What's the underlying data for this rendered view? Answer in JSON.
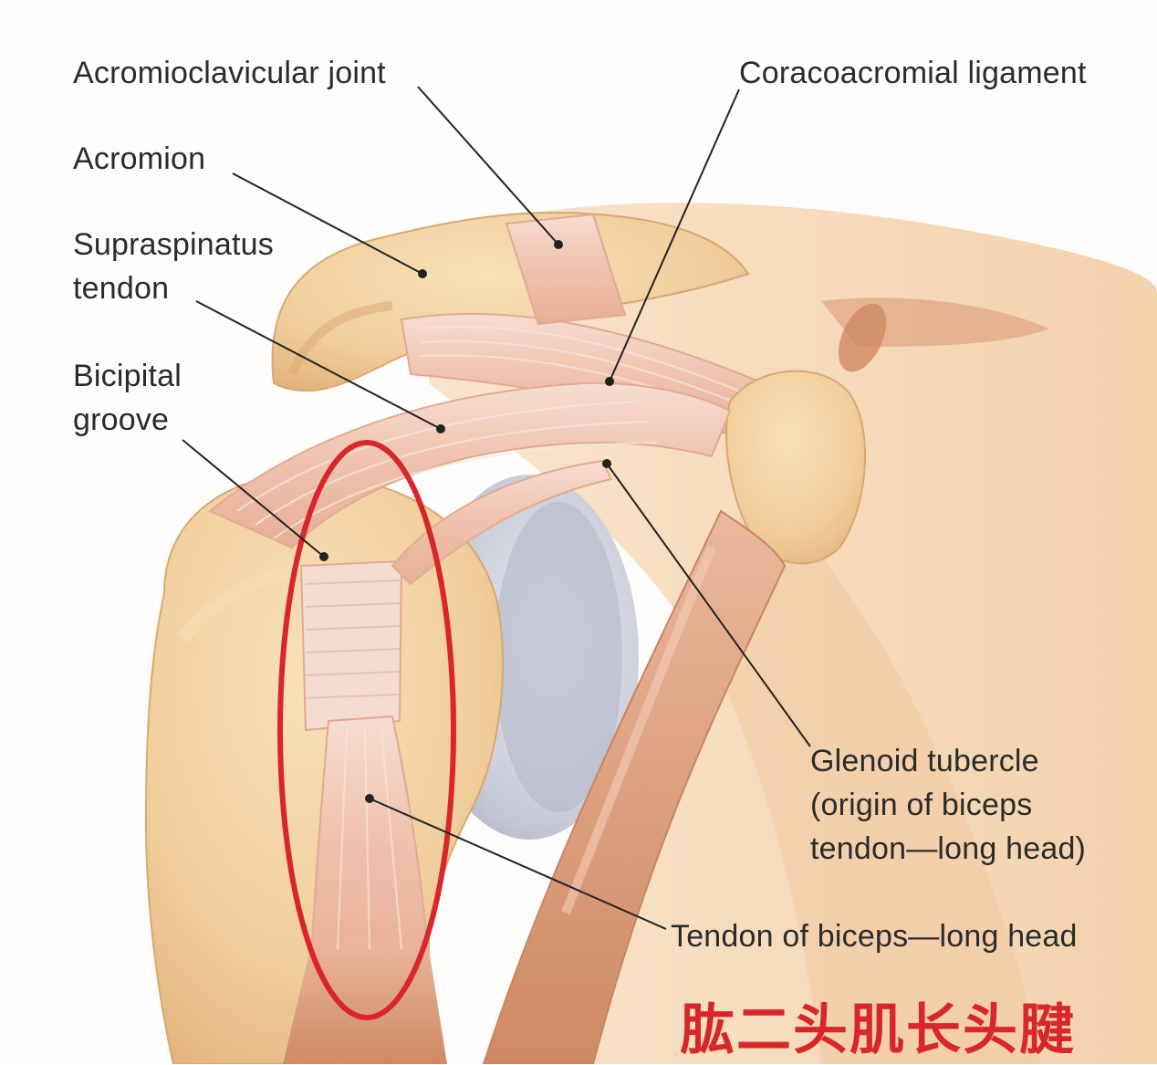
{
  "labels": {
    "acromioclavicular_joint": "Acromioclavicular joint",
    "coracoacromial_ligament": "Coracoacromial ligament",
    "acromion": "Acromion",
    "supraspinatus_line1": "Supraspinatus",
    "supraspinatus_line2": "tendon",
    "bicipital_line1": "Bicipital",
    "bicipital_line2": "groove",
    "glenoid_line1": "Glenoid tubercle",
    "glenoid_line2": "(origin of biceps",
    "glenoid_line3": "tendon—long head)",
    "tendon_biceps": "Tendon of biceps—long head"
  },
  "annotation": {
    "chinese_caption": "肱二头肌长头腱",
    "highlight_color": "#d8262a"
  },
  "colors": {
    "bone": "#f1cf9c",
    "bone_shadow": "#e2b47a",
    "tendon": "#f1c9b8",
    "muscle": "#dc9f7c",
    "cartilage": "#c9ccd8",
    "leader": "#222222"
  }
}
